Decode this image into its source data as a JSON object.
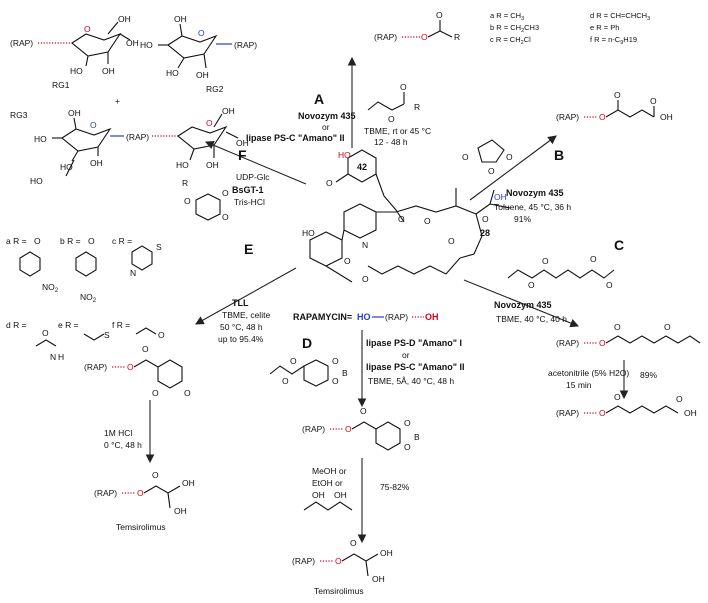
{
  "center": {
    "label": "RAPAMYCIN=",
    "ho": "HO",
    "rap": "(RAP)",
    "oh": "OH",
    "pos42": "42",
    "pos28": "28",
    "ho_red": "HO",
    "oh_blue": "OH",
    "ring_labels": [
      "N",
      "O",
      "O",
      "O",
      "O",
      "HO",
      "O",
      "O",
      "O"
    ]
  },
  "sugars": {
    "rg1": "RG1",
    "rg2": "RG2",
    "rg3": "RG3",
    "plus": "+",
    "rap": "(RAP)",
    "oh": "OH",
    "ho": "HO",
    "o": "O"
  },
  "routes": {
    "A": {
      "letter": "A",
      "cat1": "Novozym 435",
      "or": "or",
      "cat2": "lipase PS-C \"Amano\" II",
      "cond1": "TBME, rt or 45 °C",
      "cond2": "12 - 48 h",
      "r_defs": [
        "a  R = CH",
        "b  R = CH",
        "c  R = CH",
        "d  R = CH=CHCH",
        "e  R = Ph",
        "f  R = n-C"
      ],
      "r_subs": [
        "3",
        "2",
        "2",
        "3",
        "",
        "9"
      ],
      "r_tails": [
        "",
        "CH3",
        "Cl",
        "",
        "",
        "H19"
      ]
    },
    "B": {
      "letter": "B",
      "cat": "Novozym 435",
      "cond1": "Toluene, 45 °C, 36 h",
      "yield": "91%"
    },
    "C": {
      "letter": "C",
      "cat": "Novozym 435",
      "cond": "TBME, 40 °C, 40 h",
      "step2a": "acetonitrile (5% H2O)",
      "step2b": "15 min",
      "yield": "89%"
    },
    "D": {
      "letter": "D",
      "cat1": "lipase PS-D \"Amano\" I",
      "or": "or",
      "cat2": "lipase PS-C \"Amano\" II",
      "cond": "TBME, 5Å, 40 °C, 48 h",
      "step2a": "MeOH or",
      "step2b": "EtOH or",
      "yield": "75-82%",
      "product": "Temsirolimus"
    },
    "E": {
      "letter": "E",
      "cat": "TLL",
      "cond1": "TBME, celite",
      "cond2": "50 °C, 48 h",
      "cond3": "up to 95.4%",
      "step2a": "1M HCl",
      "step2b": "0 °C, 48 h",
      "product": "Temsirolimus",
      "r_defs": [
        "a  R =",
        "b  R =",
        "c  R =",
        "d  R =",
        "e  R =",
        "f  R ="
      ]
    },
    "F": {
      "letter": "F",
      "reagent1": "UDP-Glc",
      "cat": "BsGT-1",
      "reagent2": "Tris-HCl"
    }
  },
  "labels": {
    "rap": "(RAP)",
    "o": "O",
    "oh": "OH",
    "r": "R",
    "b": "B",
    "s": "S",
    "n": "N",
    "no2": "NO",
    "no2sub": "2",
    "h": "H"
  },
  "colors": {
    "red": "#d0021b",
    "blue": "#1f3fd6",
    "ink": "#111111"
  }
}
